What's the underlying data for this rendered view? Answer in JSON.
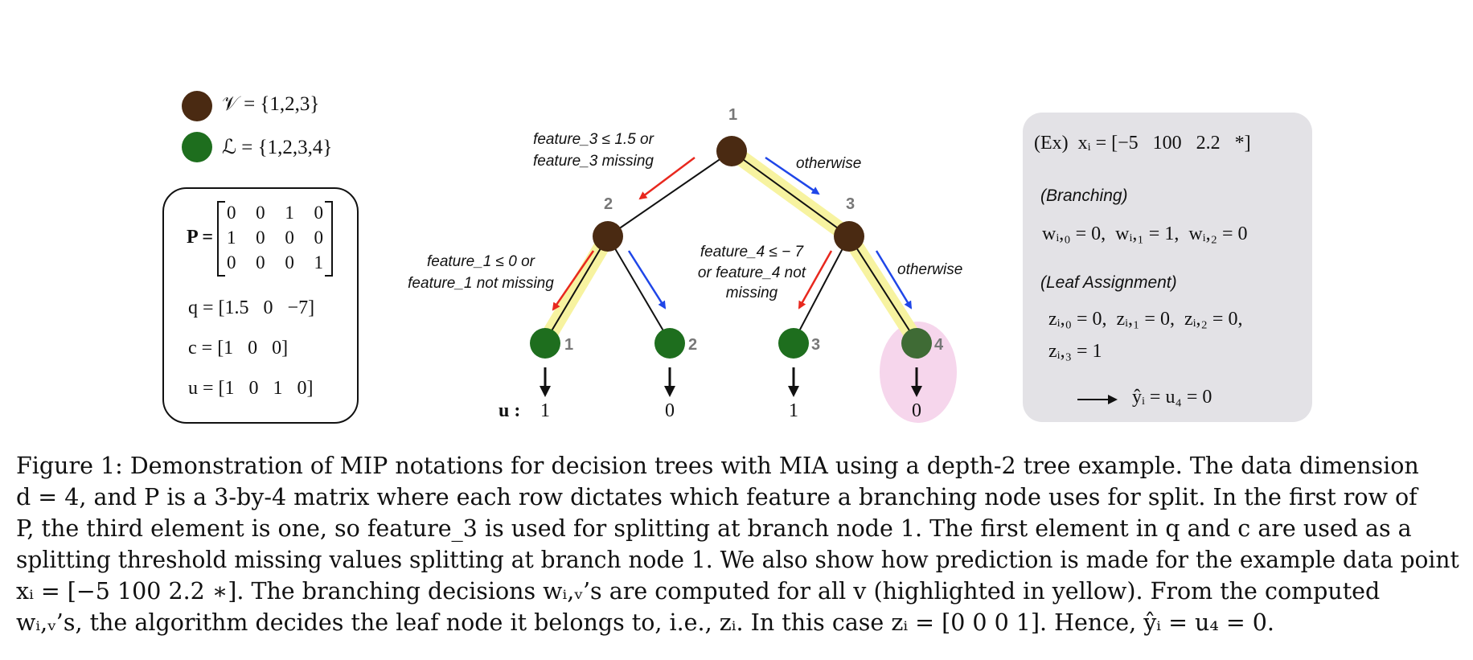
{
  "legend": {
    "branch_color": "#4a2a12",
    "leaf_color": "#1e6e1e",
    "branch_set": "𝒱 = {1,2,3}",
    "leaf_set": "ℒ = {1,2,3,4}"
  },
  "params": {
    "P_label": "P =",
    "P_rows": [
      [
        "0",
        "0",
        "1",
        "0"
      ],
      [
        "1",
        "0",
        "0",
        "0"
      ],
      [
        "0",
        "0",
        "0",
        "1"
      ]
    ],
    "q": "q = [1.5   0   −7]",
    "c": "c = [1   0   0]",
    "u": "u = [1   0   1   0]"
  },
  "tree": {
    "node_labels": {
      "root": "1",
      "left": "2",
      "right": "3"
    },
    "leaf_labels": [
      "1",
      "2",
      "3",
      "4"
    ],
    "u_label": "u :",
    "u_values": [
      "1",
      "0",
      "1",
      "0"
    ],
    "conditions": {
      "root_left_1": "feature_3  ≤ 1.5 or",
      "root_left_2": "feature_3 missing",
      "root_right": "otherwise",
      "n2_left_1": "feature_1  ≤ 0 or",
      "n2_left_2": "feature_1 not missing",
      "n3_left_1": "feature_4  ≤ − 7",
      "n3_left_2": "or feature_4 not",
      "n3_left_3": "missing",
      "n3_right": "otherwise"
    },
    "colors": {
      "highlight": "#f7f3a0",
      "red_arrow": "#e8281e",
      "blue_arrow": "#1f46e8",
      "pink": "#f6d6ec",
      "leaf4": "#3f6b35"
    }
  },
  "example": {
    "title": "(Ex)  xᵢ = [−5   100   2.2   *]",
    "branching_head": "(Branching)",
    "branching": "wᵢ,₀ = 0,  wᵢ,₁ = 1,  wᵢ,₂ = 0",
    "leaf_head": "(Leaf Assignment)",
    "leaf_line1": "zᵢ,₀ = 0,  zᵢ,₁ = 0,  zᵢ,₂ = 0,",
    "leaf_line2": "zᵢ,₃ = 1",
    "prediction": "ŷᵢ = u₄ = 0"
  },
  "caption": {
    "lines": [
      "Figure 1: Demonstration of MIP notations for decision trees with MIA using a depth-2 tree example. The data dimension",
      "d = 4, and P is a 3-by-4 matrix where each row dictates which feature a branching node uses for split. In the first row of",
      "P, the third element is one, so feature_3 is used for splitting at branch node 1. The first element in q and c are used as a",
      "splitting threshold missing values splitting at branch node 1. We also show how prediction is made for the example data point",
      "xᵢ = [−5   100   2.2   ∗]. The branching decisions wᵢ,ᵥ’s are computed for all v (highlighted in yellow). From the computed",
      "wᵢ,ᵥ’s, the algorithm decides the leaf node it belongs to, i.e., zᵢ. In this case zᵢ = [0   0   0   1]. Hence, ŷᵢ = u₄ = 0."
    ]
  }
}
